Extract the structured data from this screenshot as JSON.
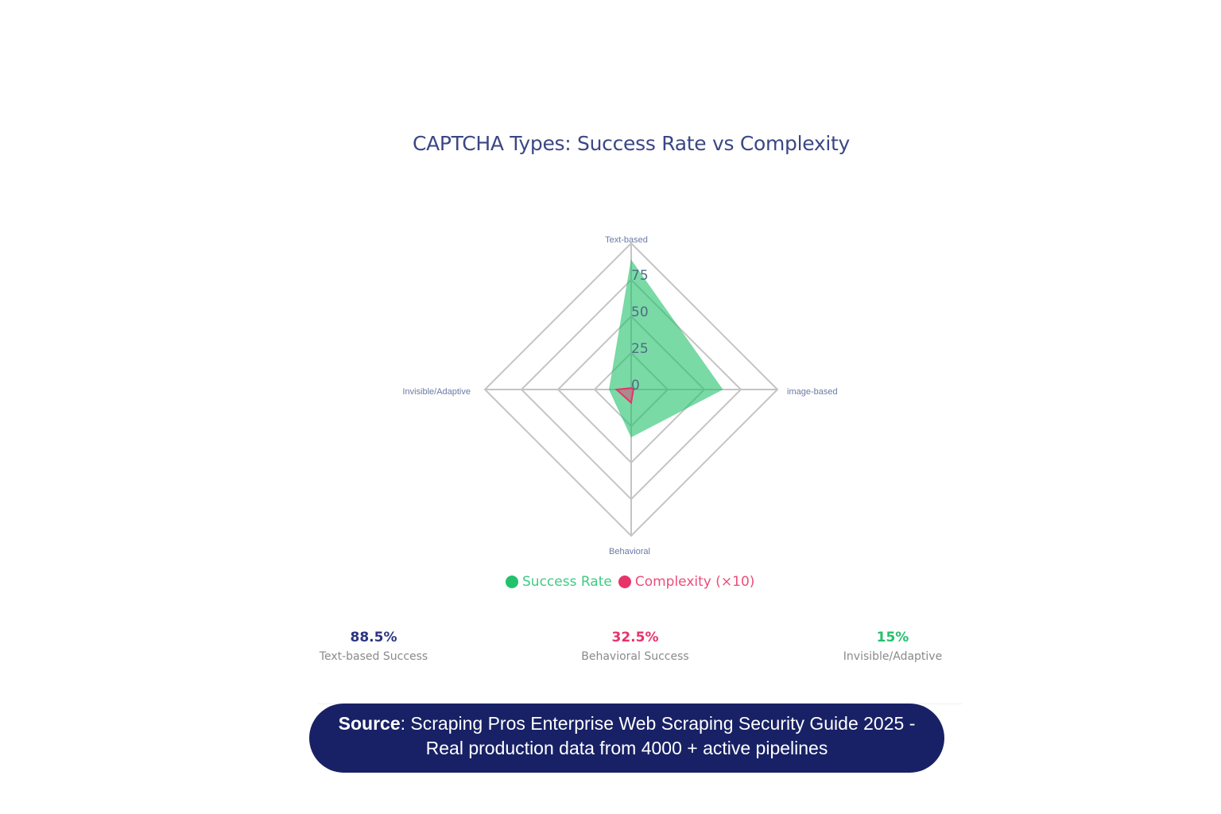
{
  "chart_data": {
    "type": "radar",
    "title": "CAPTCHA Types: Success Rate vs Complexity",
    "categories": [
      "Text-based",
      "image-based",
      "Behavioral",
      "Invisible/Adaptive"
    ],
    "series": [
      {
        "name": "Success Rate",
        "color": "#22c16b",
        "values": [
          88.5,
          62.5,
          32.5,
          15
        ]
      },
      {
        "name": "Complexity (×10)",
        "color": "#e8336a",
        "values": [
          1,
          1.5,
          9,
          10
        ]
      }
    ],
    "radial_ticks": [
      "0",
      "25",
      "50",
      "75"
    ],
    "rlim": [
      0,
      100
    ],
    "grid": true,
    "legend_position": "bottom"
  },
  "title": "CAPTCHA Types: Success Rate vs Complexity",
  "axes": {
    "top": "Text-based",
    "right": "image-based",
    "bottom": "Behavioral",
    "left": "Invisible/Adaptive"
  },
  "ticks": [
    "0",
    "25",
    "50",
    "75"
  ],
  "legend": {
    "success": {
      "label": "Success Rate",
      "color": "#22c16b"
    },
    "complexity": {
      "label": "Complexity (×10)",
      "color": "#e8336a"
    }
  },
  "stats": [
    {
      "value": "88.5%",
      "label": "Text-based Success",
      "color": "#2b3580"
    },
    {
      "value": "32.5%",
      "label": "Behavioral Success",
      "color": "#e8336a"
    },
    {
      "value": "15%",
      "label": "Invisible/Adaptive",
      "color": "#22c16b"
    }
  ],
  "source": {
    "bold": "Source",
    "line1_rest": ": Scraping Pros Enterprise Web Scraping Security Guide  2025 -",
    "line2": "Real production data from 4000 + active pipelines"
  }
}
